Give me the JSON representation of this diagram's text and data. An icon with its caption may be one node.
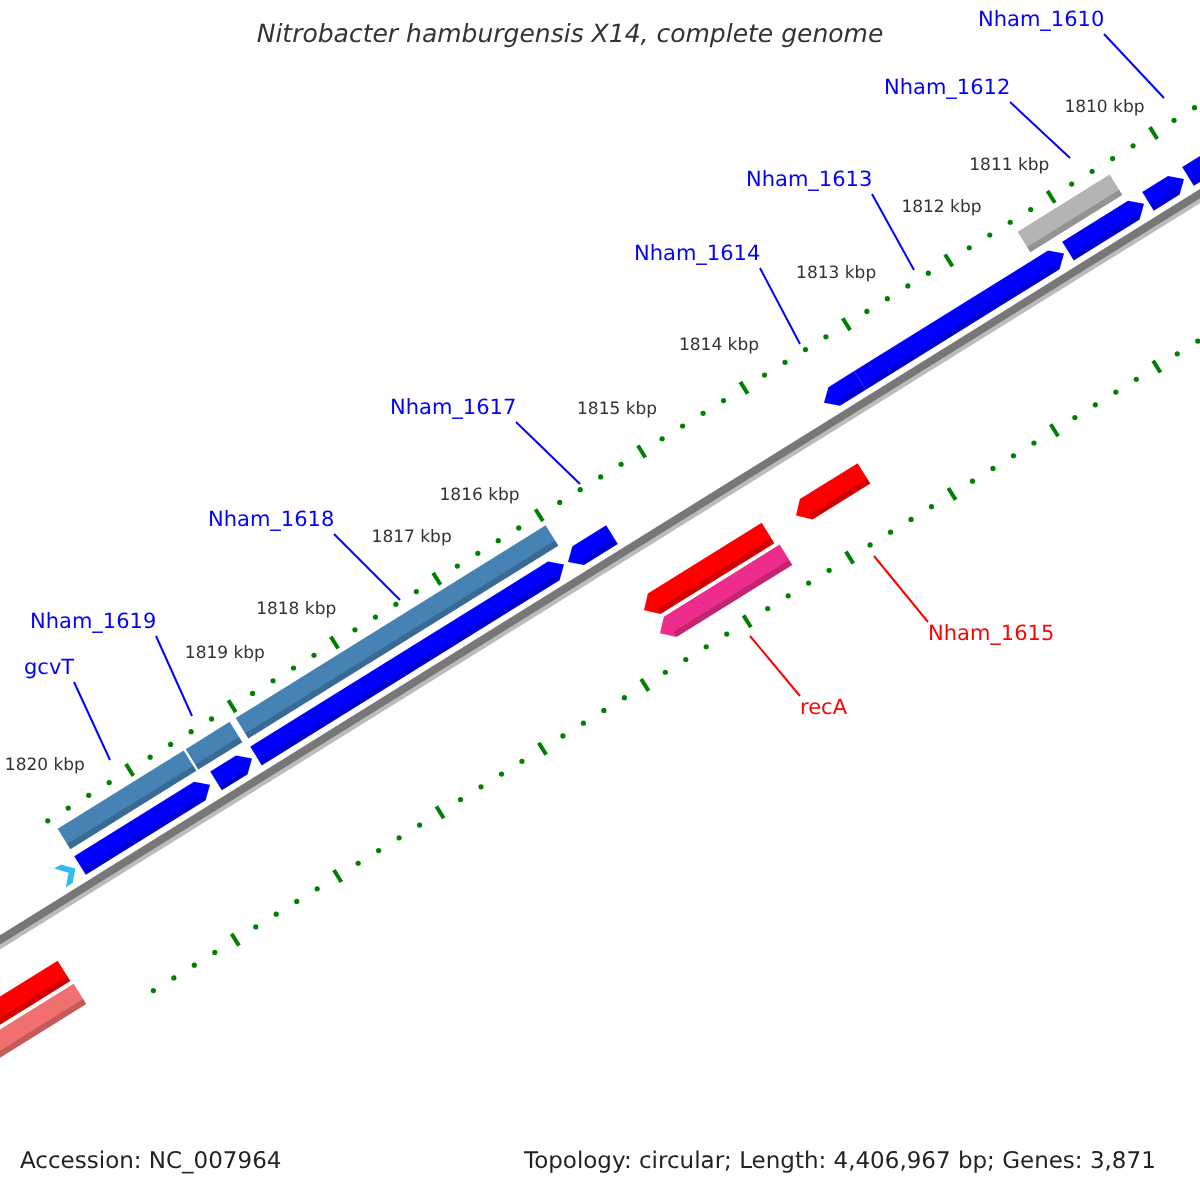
{
  "diagram": {
    "title": "Nitrobacter hamburgensis X14, complete genome",
    "nodes": [
      {
        "text": [
          "Nham_1610"
        ]
      },
      {
        "text": [
          "Nham_1612"
        ]
      },
      {
        "text": [
          "Nham_1613"
        ]
      },
      {
        "text": [
          "Nham_1614"
        ]
      },
      {
        "text": [
          "Nham_1617"
        ]
      },
      {
        "text": [
          "Nham_1618"
        ]
      },
      {
        "text": [
          "Nham_1619"
        ]
      },
      {
        "text": [
          "Nham_1615"
        ]
      },
      {
        "text": [
          "gcvT"
        ]
      },
      {
        "text": [
          "recA"
        ]
      }
    ],
    "edges": [
      {
        "from": 0,
        "to": null,
        "arrow": "none"
      },
      {
        "from": 1,
        "to": null,
        "arrow": "none"
      },
      {
        "from": 2,
        "to": null,
        "arrow": "none"
      },
      {
        "from": 3,
        "to": null,
        "arrow": "none"
      },
      {
        "from": 4,
        "to": null,
        "arrow": "none"
      },
      {
        "from": 5,
        "to": null,
        "arrow": "none"
      },
      {
        "from": 6,
        "to": null,
        "arrow": "none"
      },
      {
        "from": 7,
        "to": null,
        "arrow": "none",
        "color": "#ff0000"
      },
      {
        "from": 8,
        "to": null,
        "arrow": "none"
      },
      {
        "from": 9,
        "to": null,
        "arrow": "none",
        "color": "#ff0000"
      }
    ],
    "labels": [
      "1810 kbp",
      "1811 kbp",
      "1812 kbp",
      "1813 kbp",
      "1814 kbp",
      "1815 kbp",
      "1816 kbp",
      "1817 kbp",
      "1818 kbp",
      "1819 kbp",
      "1820 kbp",
      "Accession: NC_007964",
      "Topology: circular; Length: 4,406,967 bp; Genes: 3,871"
    ]
  }
}
